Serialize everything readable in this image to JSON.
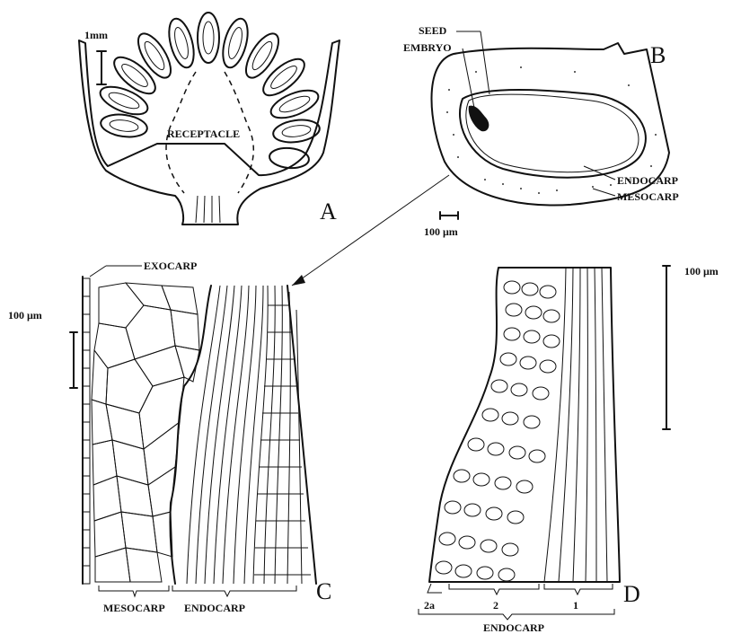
{
  "labels": {
    "scale_1mm": "1mm",
    "receptacle": "RECEPTACLE",
    "seed": "SEED",
    "embryo": "EMBRYO",
    "endocarp_b": "ENDOCARP",
    "mesocarp_b": "MESOCARP",
    "scale_b": "100 μm",
    "exocarp": "EXOCARP",
    "scale_c": "100 μm",
    "mesocarp_c": "MESOCARP",
    "endocarp_c": "ENDOCARP",
    "scale_d": "100 μm",
    "layer_2a": "2a",
    "layer_2": "2",
    "layer_1": "1",
    "endocarp_d": "ENDOCARP"
  },
  "panels": {
    "a": "A",
    "b": "B",
    "c": "C",
    "d": "D"
  }
}
